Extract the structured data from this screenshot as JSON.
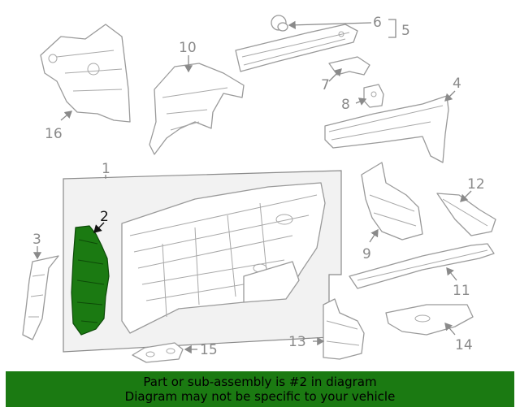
{
  "callouts": {
    "c1": "1",
    "c2": "2",
    "c3": "3",
    "c4": "4",
    "c5": "5",
    "c6": "6",
    "c7": "7",
    "c8": "8",
    "c9": "9",
    "c10": "10",
    "c11": "11",
    "c12": "12",
    "c13": "13",
    "c14": "14",
    "c15": "15",
    "c16": "16"
  },
  "highlight_part": "2",
  "colors": {
    "highlight": "#1b7a12",
    "line": "#9a9a9a",
    "panel": "#f2f2f2"
  },
  "banner": {
    "line1": "Part or sub-assembly is #2 in diagram",
    "line2": "Diagram may not be specific to your vehicle"
  }
}
